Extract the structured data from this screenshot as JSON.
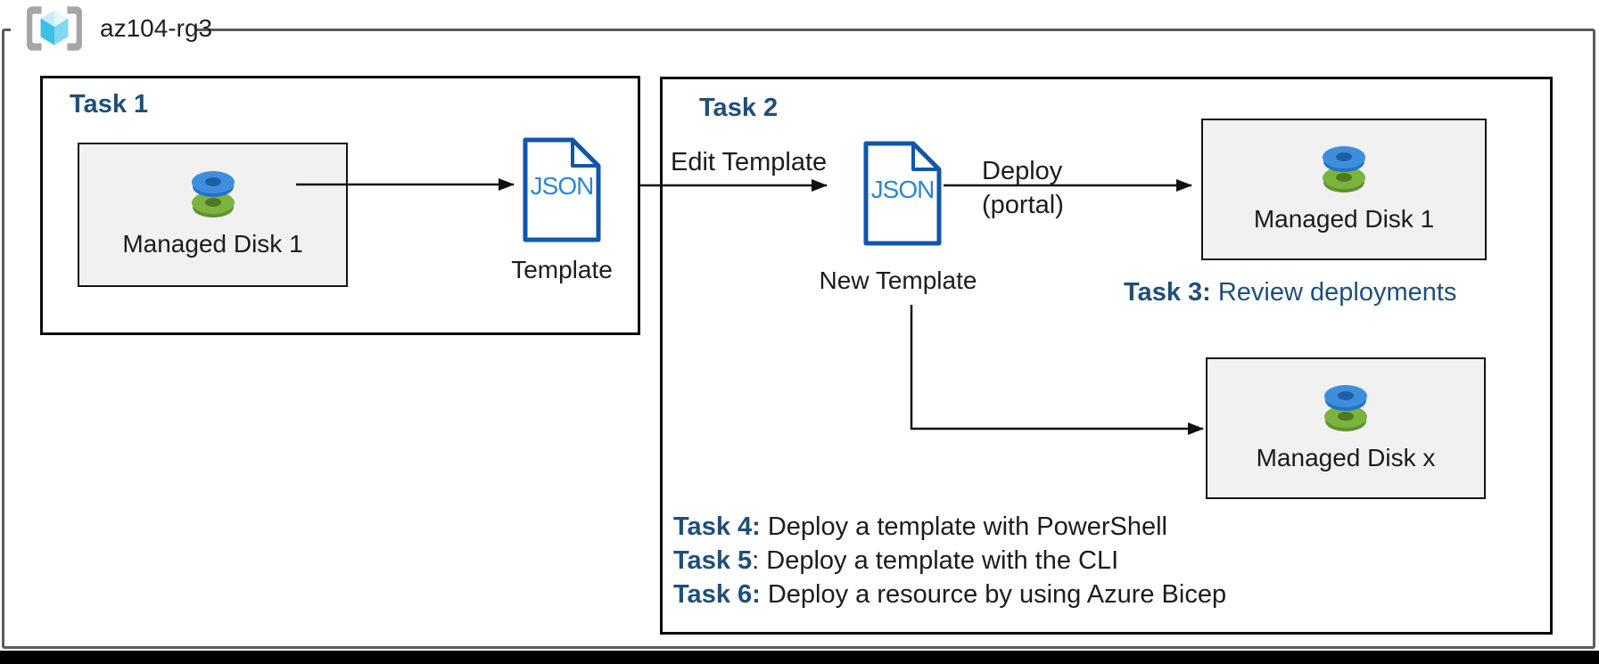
{
  "resource_group": {
    "name": "az104-rg3"
  },
  "task1": {
    "title": "Task 1",
    "managed_disk": {
      "label": "Managed Disk 1"
    },
    "template": {
      "badge": "JSON",
      "caption": "Template"
    }
  },
  "task2": {
    "title": "Task 2",
    "edit_arrow_label": "Edit Template",
    "new_template": {
      "badge": "JSON",
      "caption": "New Template"
    },
    "deploy_label": {
      "line1": "Deploy",
      "line2": "(portal)"
    },
    "managed_disk_1": {
      "label": "Managed Disk 1"
    },
    "managed_disk_x": {
      "label": "Managed Disk x"
    },
    "task3": {
      "prefix": "Task 3:",
      "rest": " Review deployments"
    },
    "tasks": [
      {
        "prefix": "Task 4:",
        "rest": " Deploy a template with PowerShell"
      },
      {
        "prefix": "Task 5",
        "rest": ": Deploy a template with the CLI"
      },
      {
        "prefix": "Task 6:",
        "rest": " Deploy a resource by using Azure Bicep"
      }
    ]
  },
  "palette": {
    "accent_blue": "#1F4E79",
    "json_outline": "#1156A9",
    "json_text": "#2E86D1",
    "box_fill": "#F1F1F2",
    "frame_border": "#5B5B5B",
    "disk_blue": "#3F8EDC",
    "disk_green": "#7CB33F"
  }
}
